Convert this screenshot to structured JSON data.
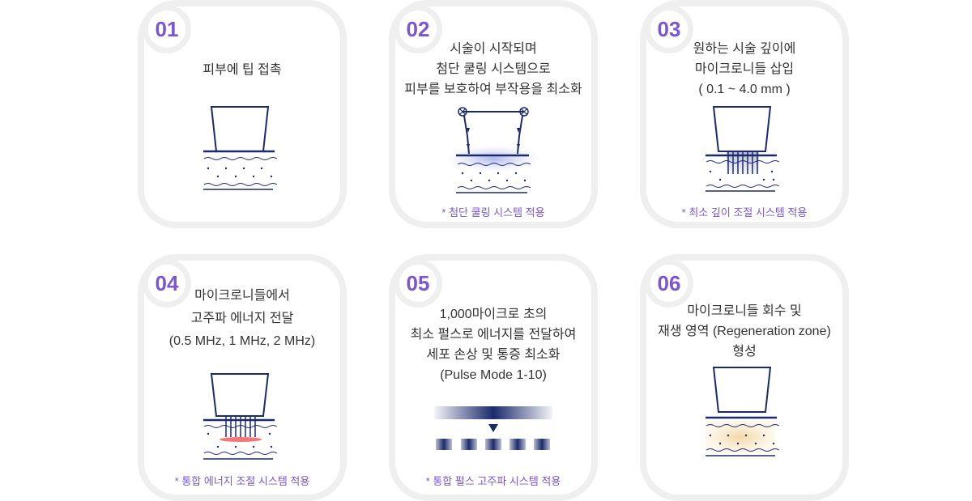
{
  "steps": [
    {
      "num": "01",
      "lines": [
        "피부에 팁 접촉"
      ],
      "note": ""
    },
    {
      "num": "02",
      "lines": [
        "시술이 시작되며",
        "첨단 쿨링 시스템으로",
        "피부를 보호하여 부작용을 최소화"
      ],
      "note": "* 첨단 쿨링 시스템 적용"
    },
    {
      "num": "03",
      "lines": [
        "원하는 시술 깊이에",
        "마이크로니들 삽입",
        "( 0.1 ~ 4.0 mm )"
      ],
      "note": "* 최소 깊이 조절 시스템 적용"
    },
    {
      "num": "04",
      "lines": [
        "마이크로니들에서",
        "고주파 에너지 전달",
        "(0.5 MHz, 1 MHz, 2 MHz)"
      ],
      "note": "* 통합 에너지 조절 시스템 적용"
    },
    {
      "num": "05",
      "lines": [
        "1,000마이크로 초의",
        "최소 펄스로 에너지를 전달하여",
        "세포 손상 및 통증 최소화",
        "(Pulse Mode 1-10)"
      ],
      "note": "* 통합 펄스 고주파 시스템 적용"
    },
    {
      "num": "06",
      "lines": [
        "마이크로니들 회수 및",
        "재생 영역 (Regeneration zone)",
        "형성"
      ],
      "note": ""
    }
  ],
  "colors": {
    "accent": "#7a56d6",
    "navy": "#1b2a6b",
    "border": "#efefef"
  }
}
